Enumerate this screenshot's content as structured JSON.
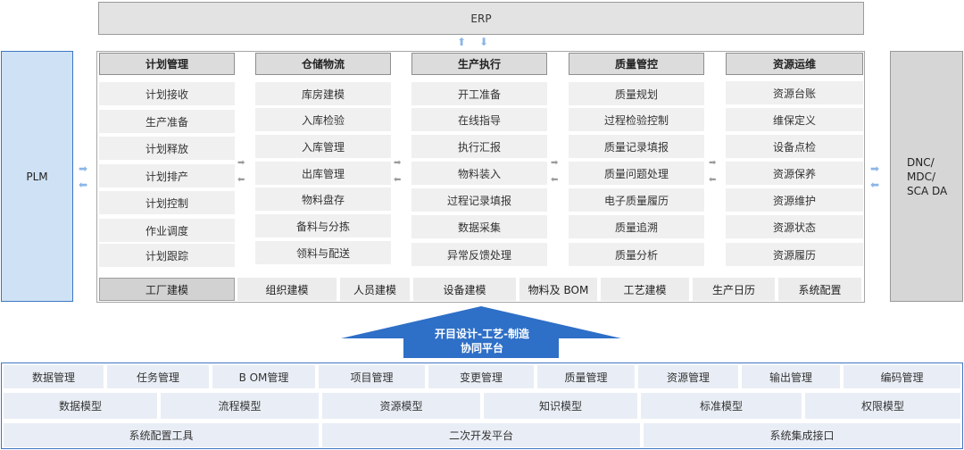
{
  "erp": "ERP",
  "plm": "PLM",
  "dnc": [
    "DNC/",
    "MDC/",
    "SCA DA"
  ],
  "columns": [
    {
      "title": "计划管理",
      "items": [
        "计划接收",
        "生产准备",
        "计划释放",
        "计划排产",
        "计划控制",
        "作业调度",
        "计划跟踪"
      ]
    },
    {
      "title": "仓储物流",
      "items": [
        "库房建模",
        "入库检验",
        "入库管理",
        "出库管理",
        "物料盘存",
        "备料与分拣",
        "领料与配送"
      ]
    },
    {
      "title": "生产执行",
      "items": [
        "开工准备",
        "在线指导",
        "执行汇报",
        "物料装入",
        "过程记录填报",
        "数据采集",
        "异常反馈处理"
      ]
    },
    {
      "title": "质量管控",
      "items": [
        "质量规划",
        "过程检验控制",
        "质量记录填报",
        "质量问题处理",
        "电子质量履历",
        "质量追溯",
        "质量分析"
      ]
    },
    {
      "title": "资源运维",
      "items": [
        "资源台账",
        "维保定义",
        "设备点检",
        "资源保养",
        "资源维护",
        "资源状态",
        "资源履历"
      ]
    }
  ],
  "base_row": [
    "工厂建模",
    "组织建模",
    "人员建模",
    "设备建模",
    "物料及 BOM",
    "工艺建模",
    "生产日历",
    "系统配置"
  ],
  "platform": [
    "开目设计-工艺-制造",
    "协同平台"
  ],
  "bottom_rows": [
    [
      "数据管理",
      "任务管理",
      "B OM管理",
      "项目管理",
      "变更管理",
      "质量管理",
      "资源管理",
      "输出管理",
      "编码管理"
    ],
    [
      "数据模型",
      "流程模型",
      "资源模型",
      "知识模型",
      "标准模型",
      "权限模型"
    ],
    [
      "系统配置工具",
      "二次开发平台",
      "系统集成接口"
    ]
  ],
  "colors": {
    "accent_blue": "#2e6fc7",
    "plm_fill": "#cfe2f5",
    "border_blue": "#3e76c4"
  }
}
